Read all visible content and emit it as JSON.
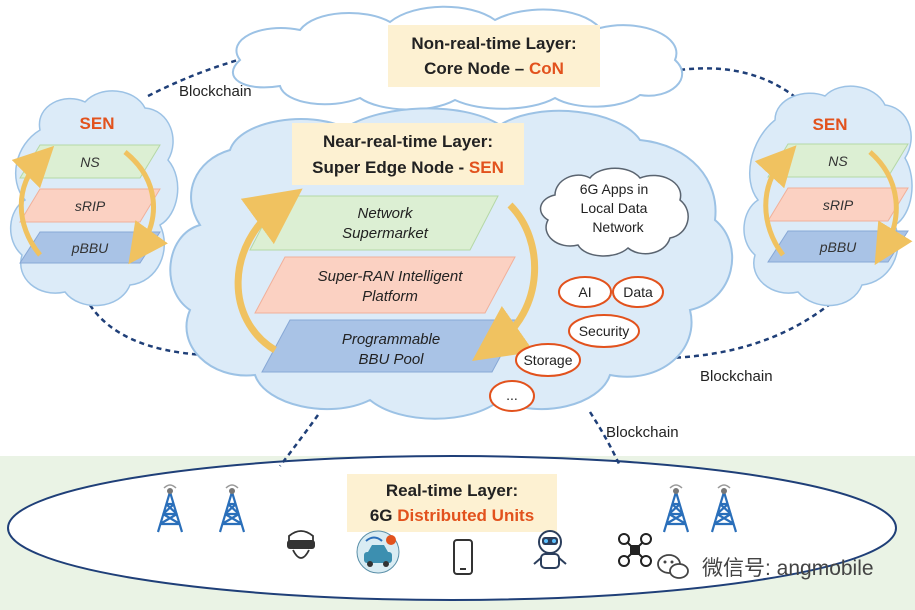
{
  "core": {
    "line1": "Non-real-time Layer:",
    "line2_prefix": "Core Node – ",
    "line2_accent": "CoN"
  },
  "super_edge": {
    "line1": "Near-real-time Layer:",
    "line2_prefix": "Super Edge Node - ",
    "line2_accent": "SEN"
  },
  "main_layers": {
    "top_line1": "Network",
    "top_line2": "Supermarket",
    "mid_line1": "Super-RAN Intelligent",
    "mid_line2": "Platform",
    "bottom_line1": "Programmable",
    "bottom_line2": "BBU Pool"
  },
  "apps_cloud": {
    "line1": "6G Apps in",
    "line2": "Local Data",
    "line3": "Network"
  },
  "apps": {
    "ai": "AI",
    "data": "Data",
    "security": "Security",
    "storage": "Storage",
    "more": "..."
  },
  "left_sen": {
    "title": "SEN",
    "ns": "NS",
    "srip": "sRIP",
    "pbbu": "pBBU"
  },
  "right_sen": {
    "title": "SEN",
    "ns": "NS",
    "srip": "sRIP",
    "pbbu": "pBBU"
  },
  "links": {
    "left_top": "Blockchain",
    "right_mid": "Blockchain",
    "bottom": "Blockchain"
  },
  "realtime": {
    "line1": "Real-time Layer:",
    "line2_prefix": "6G ",
    "line2_accent": "Distributed Units"
  },
  "watermark": "微信号: angmobile",
  "icons": [
    "cell-tower-icon",
    "vr-headset-icon",
    "connected-car-icon",
    "smartphone-icon",
    "robot-icon",
    "drone-icon",
    "wechat-icon"
  ],
  "colors": {
    "accent": "#e2521d",
    "cloud_fill": "#dcebf8",
    "cloud_stroke": "#9cc2e5",
    "label_box": "#fdf1d2",
    "link_line": "#1f3f78",
    "green_layer": "#dcefd3",
    "red_layer": "#fbd1c2",
    "blue_layer": "#a9c3e6",
    "arrow": "#f0c260",
    "tower": "#2a6fba",
    "realtime_fill": "#eaf3e5"
  }
}
